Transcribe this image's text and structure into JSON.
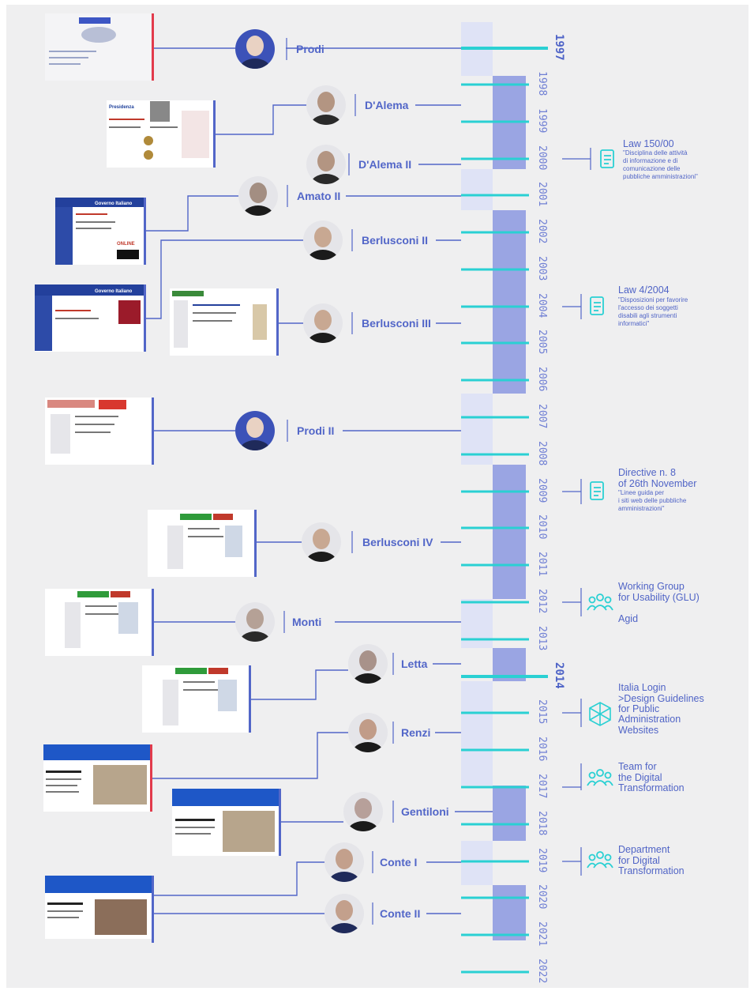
{
  "prime_ministers": [
    {
      "name": "Prodi"
    },
    {
      "name": "D'Alema"
    },
    {
      "name": "D'Alema II"
    },
    {
      "name": "Amato II"
    },
    {
      "name": "Berlusconi II"
    },
    {
      "name": "Berlusconi III"
    },
    {
      "name": "Prodi II"
    },
    {
      "name": "Berlusconi IV"
    },
    {
      "name": "Monti"
    },
    {
      "name": "Letta"
    },
    {
      "name": "Renzi"
    },
    {
      "name": "Gentiloni"
    },
    {
      "name": "Conte I"
    },
    {
      "name": "Conte II"
    }
  ],
  "years": [
    "1997",
    "1998",
    "1999",
    "2000",
    "2001",
    "2002",
    "2003",
    "2004",
    "2005",
    "2006",
    "2007",
    "2008",
    "2009",
    "2010",
    "2011",
    "2012",
    "2013",
    "2014",
    "2015",
    "2016",
    "2017",
    "2018",
    "2019",
    "2020",
    "2021",
    "2022"
  ],
  "highlighted_years": [
    "1997",
    "2014"
  ],
  "events": [
    {
      "icon": "document-icon",
      "title": [
        "Law 150/00"
      ],
      "subtitle": [
        "\"Disciplina delle attività",
        "di informazione e di",
        "comunicazione delle",
        "pubbliche amministrazioni\""
      ]
    },
    {
      "icon": "document-icon",
      "title": [
        "Law 4/2004"
      ],
      "subtitle": [
        "\"Disposizioni per favorire",
        "l'accesso dei soggetti",
        "disabili agli strumenti",
        "informatici\""
      ]
    },
    {
      "icon": "document-icon",
      "title": [
        "Directive n. 8",
        "of 26th November"
      ],
      "subtitle": [
        "\"Linee guida per",
        "i siti web delle pubbliche",
        "amministrazioni\""
      ]
    },
    {
      "icon": "people-icon",
      "title": [
        "Working Group",
        "for Usability (GLU)",
        "",
        "Agid"
      ],
      "subtitle": []
    },
    {
      "icon": "cube-icon",
      "title": [
        "Italia Login",
        ">Design Guidelines",
        "for Public",
        "Administration",
        "Websites"
      ],
      "subtitle": []
    },
    {
      "icon": "people-icon",
      "title": [
        "Team for",
        "the Digital",
        "Transformation"
      ],
      "subtitle": []
    },
    {
      "icon": "people-icon",
      "title": [
        "Department",
        "for Digital",
        "Transformation"
      ],
      "subtitle": []
    }
  ],
  "screenshot_texts": {
    "governo_italiano": "Governo Italiano",
    "presidenza": "Presidenza",
    "online": "ONLINE"
  },
  "colors": {
    "blue": "#5266c8",
    "light_band": "#dfe3f6",
    "dark_band": "#9aa5e3",
    "teal": "#2ad0d3",
    "red_accent": "#e23b4c"
  }
}
